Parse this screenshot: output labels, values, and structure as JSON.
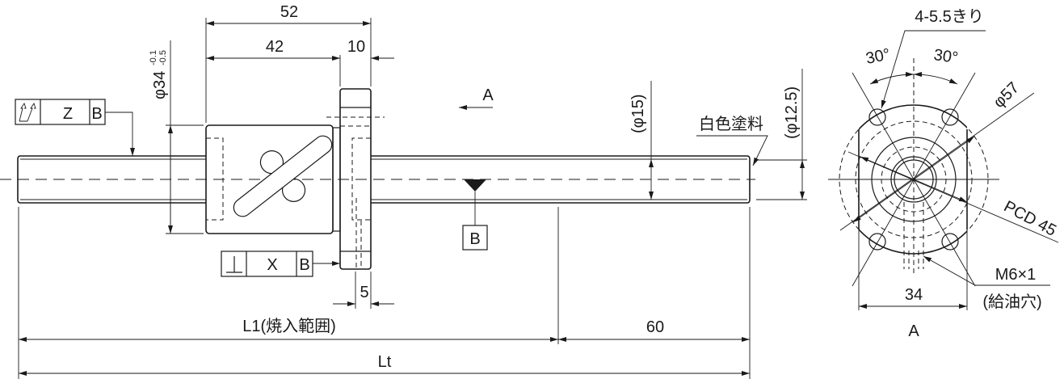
{
  "dimensions": {
    "nut_total_length": "52",
    "nut_body_length": "42",
    "flange_thickness": "10",
    "nut_diameter": "φ34",
    "nut_diameter_tol_upper": "-0.1",
    "nut_diameter_tol_lower": "-0.5",
    "shaft_diameter": "(φ15)",
    "end_diameter": "(φ12.5)",
    "flange_offset": "5",
    "hardened_length": "L1(焼入範囲)",
    "end_length": "60",
    "total_length": "Lt",
    "flange_diameter": "φ57",
    "pcd": "PCD 45",
    "flange_width": "34",
    "angle_left": "30°",
    "angle_right": "30°"
  },
  "notes": {
    "mount_holes": "4-5.5きり",
    "white_paint": "白色塗料",
    "oil_hole_thread": "M6×1",
    "oil_hole_label": "(給油穴)",
    "view_arrow_label": "A",
    "view_label": "A"
  },
  "tolerance_frames": {
    "runout": {
      "value": "Z",
      "datum": "B"
    },
    "perpendicularity": {
      "value": "X",
      "datum": "B"
    }
  },
  "datum": {
    "label": "B"
  }
}
